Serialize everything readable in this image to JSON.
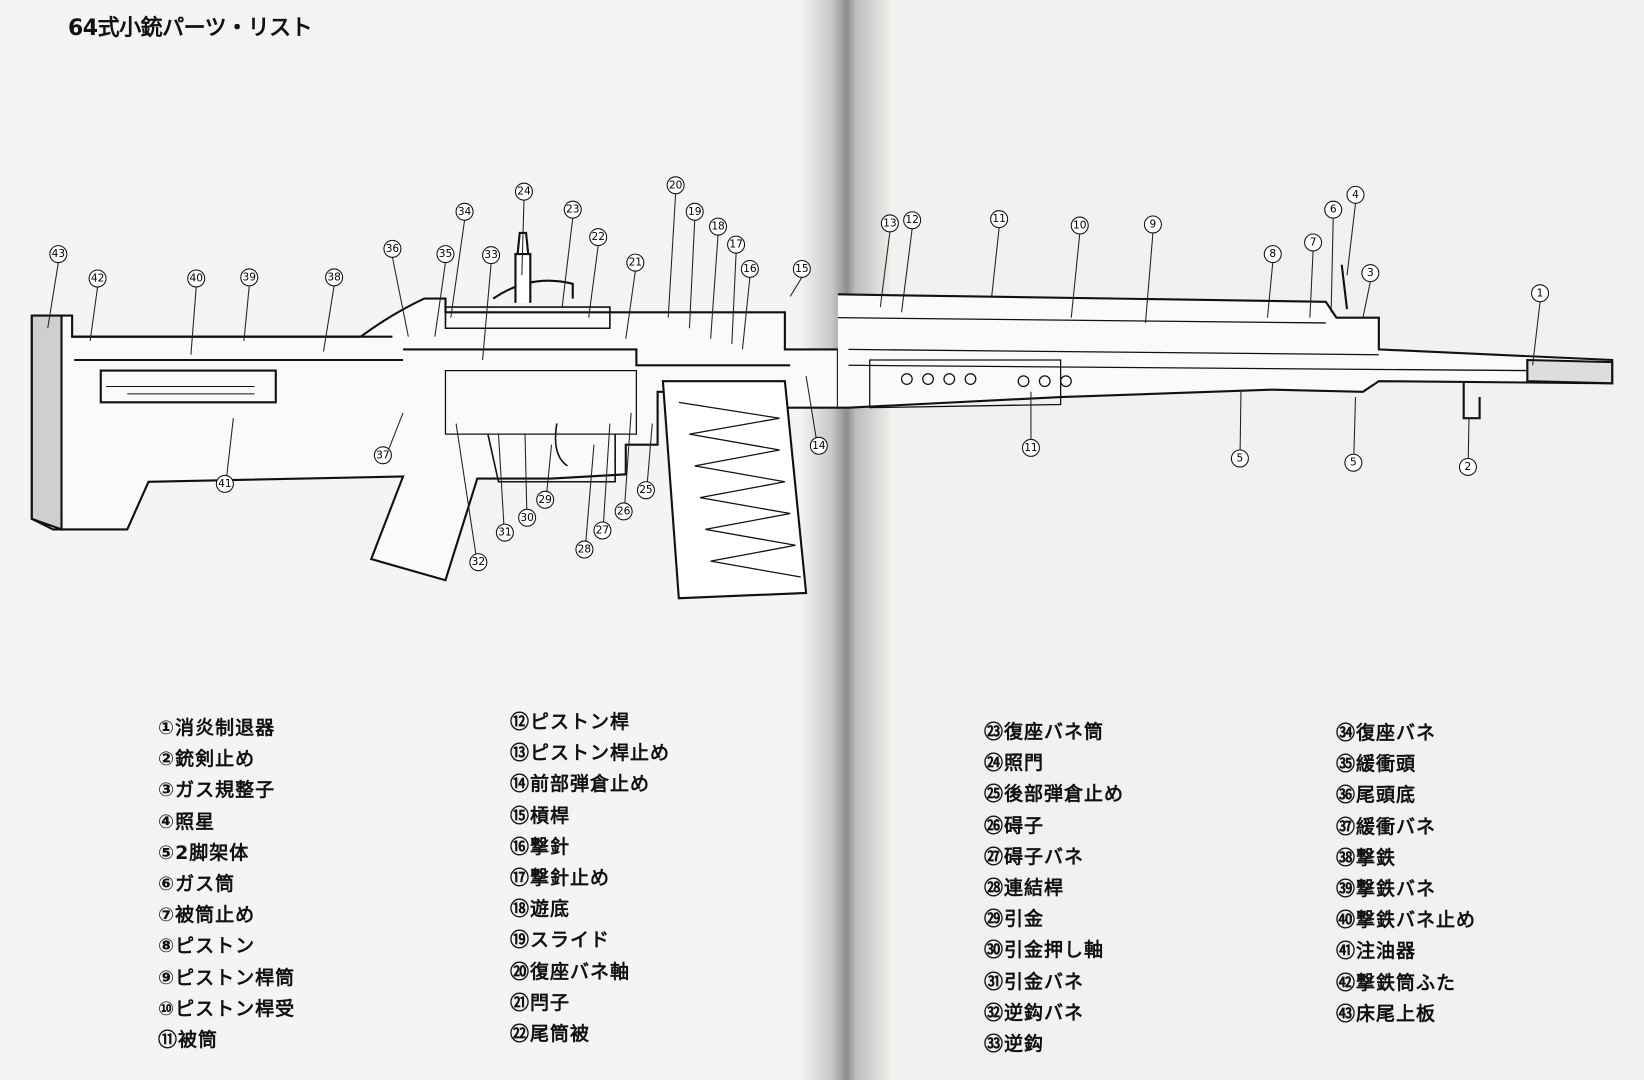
{
  "title": "64式小銃パーツ・リスト",
  "parts_columns": [
    [
      "①消炎制退器",
      "②銃剣止め",
      "③ガス規整子",
      "④照星",
      "⑤2脚架体",
      "⑥ガス筒",
      "⑦被筒止め",
      "⑧ピストン",
      "⑨ピストン桿筒",
      "⑩ピストン桿受",
      "⑪被筒"
    ],
    [
      "⑫ピストン桿",
      "⑬ピストン桿止め",
      "⑭前部弾倉止め",
      "⑮槓桿",
      "⑯撃針",
      "⑰撃針止め",
      "⑱遊底",
      "⑲スライド",
      "⑳復座バネ軸",
      "㉑閂子",
      "㉒尾筒被"
    ],
    [
      "㉓復座バネ筒",
      "㉔照門",
      "㉕後部弾倉止め",
      "㉖碍子",
      "㉗碍子バネ",
      "㉘連結桿",
      "㉙引金",
      "㉚引金押し軸",
      "㉛引金バネ",
      "㉜逆鈎バネ",
      "㉝逆鈎"
    ],
    [
      "㉞復座バネ",
      "㉟緩衝頭",
      "㊱尾頭底",
      "㊲緩衝バネ",
      "㊳撃鉄",
      "㊴撃鉄バネ",
      "㊵撃鉄バネ止め",
      "㊶注油器",
      "㊷撃鉄筒ふた",
      "㊸床尾上板"
    ]
  ],
  "callouts": [
    "43",
    "42",
    "40",
    "39",
    "38",
    "36",
    "35",
    "34",
    "33",
    "24",
    "23",
    "22",
    "21",
    "20",
    "19",
    "18",
    "17",
    "16",
    "15",
    "13",
    "12",
    "11",
    "10",
    "9",
    "8",
    "7",
    "6",
    "4",
    "3",
    "1",
    "2",
    "5",
    "5",
    "11",
    "14",
    "37",
    "41",
    "32",
    "31",
    "30",
    "29",
    "28",
    "27",
    "26",
    "25"
  ]
}
